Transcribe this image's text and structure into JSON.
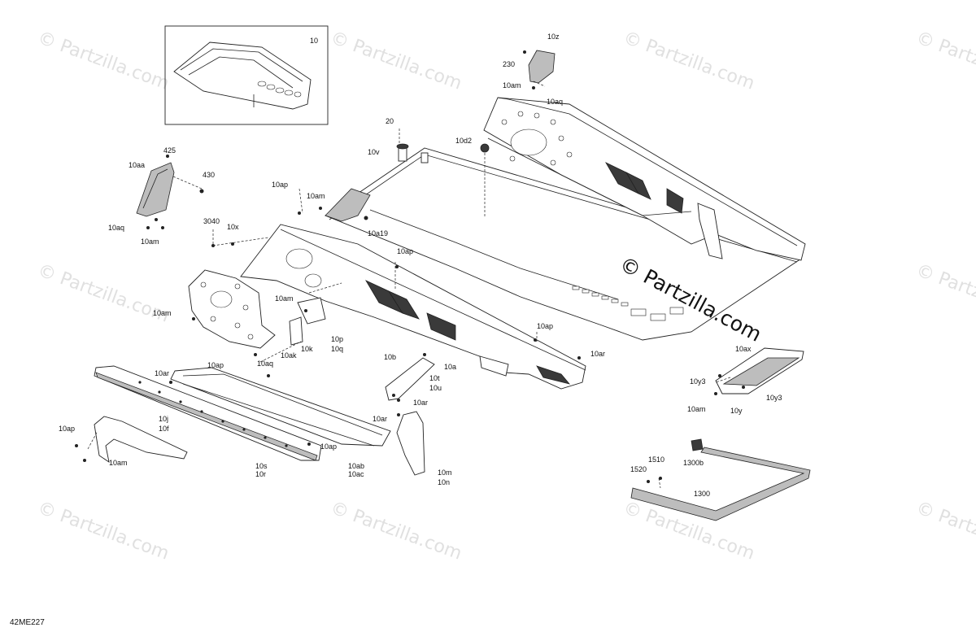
{
  "diagram_code": "42ME227",
  "inset_label": "10",
  "watermark": "© Partzilla.com",
  "overlay_watermark": "© Partzilla.com",
  "callouts": [
    {
      "id": "c-10z",
      "text": "10z"
    },
    {
      "id": "c-230",
      "text": "230"
    },
    {
      "id": "c-10am-a",
      "text": "10am"
    },
    {
      "id": "c-10aq-a",
      "text": "10aq"
    },
    {
      "id": "c-10d2",
      "text": "10d2"
    },
    {
      "id": "c-20",
      "text": "20"
    },
    {
      "id": "c-10v",
      "text": "10v"
    },
    {
      "id": "c-425",
      "text": "425"
    },
    {
      "id": "c-10aa",
      "text": "10aa"
    },
    {
      "id": "c-430",
      "text": "430"
    },
    {
      "id": "c-10ap-a",
      "text": "10ap"
    },
    {
      "id": "c-10am-b",
      "text": "10am"
    },
    {
      "id": "c-10a19",
      "text": "10a19"
    },
    {
      "id": "c-3040",
      "text": "3040"
    },
    {
      "id": "c-10x",
      "text": "10x"
    },
    {
      "id": "c-10aq-b",
      "text": "10aq"
    },
    {
      "id": "c-10am-c",
      "text": "10am"
    },
    {
      "id": "c-10ap-b",
      "text": "10ap"
    },
    {
      "id": "c-10am-d",
      "text": "10am"
    },
    {
      "id": "c-10am-e",
      "text": "10am"
    },
    {
      "id": "c-10k",
      "text": "10k"
    },
    {
      "id": "c-10ak",
      "text": "10ak"
    },
    {
      "id": "c-10p",
      "text": "10p"
    },
    {
      "id": "c-10q",
      "text": "10q"
    },
    {
      "id": "c-10ap-c",
      "text": "10ap"
    },
    {
      "id": "c-10ar-a",
      "text": "10ar"
    },
    {
      "id": "c-10b",
      "text": "10b"
    },
    {
      "id": "c-10a",
      "text": "10a"
    },
    {
      "id": "c-10t",
      "text": "10t"
    },
    {
      "id": "c-10u",
      "text": "10u"
    },
    {
      "id": "c-10ar-b",
      "text": "10ar"
    },
    {
      "id": "c-10ap-d",
      "text": "10ap"
    },
    {
      "id": "c-10aq-c",
      "text": "10aq"
    },
    {
      "id": "c-10ar-c",
      "text": "10ar"
    },
    {
      "id": "c-10ap-e",
      "text": "10ap"
    },
    {
      "id": "c-10j",
      "text": "10j"
    },
    {
      "id": "c-10f",
      "text": "10f"
    },
    {
      "id": "c-10am-f",
      "text": "10am"
    },
    {
      "id": "c-10s",
      "text": "10s"
    },
    {
      "id": "c-10r",
      "text": "10r"
    },
    {
      "id": "c-10ap-f",
      "text": "10ap"
    },
    {
      "id": "c-10ab",
      "text": "10ab"
    },
    {
      "id": "c-10ac",
      "text": "10ac"
    },
    {
      "id": "c-10ar-d",
      "text": "10ar"
    },
    {
      "id": "c-10m",
      "text": "10m"
    },
    {
      "id": "c-10n",
      "text": "10n"
    },
    {
      "id": "c-10ax",
      "text": "10ax"
    },
    {
      "id": "c-10y3-a",
      "text": "10y3"
    },
    {
      "id": "c-10y3-b",
      "text": "10y3"
    },
    {
      "id": "c-10am-g",
      "text": "10am"
    },
    {
      "id": "c-10y",
      "text": "10y"
    },
    {
      "id": "c-1510",
      "text": "1510"
    },
    {
      "id": "c-1300b",
      "text": "1300b"
    },
    {
      "id": "c-1520",
      "text": "1520"
    },
    {
      "id": "c-1300",
      "text": "1300"
    }
  ]
}
